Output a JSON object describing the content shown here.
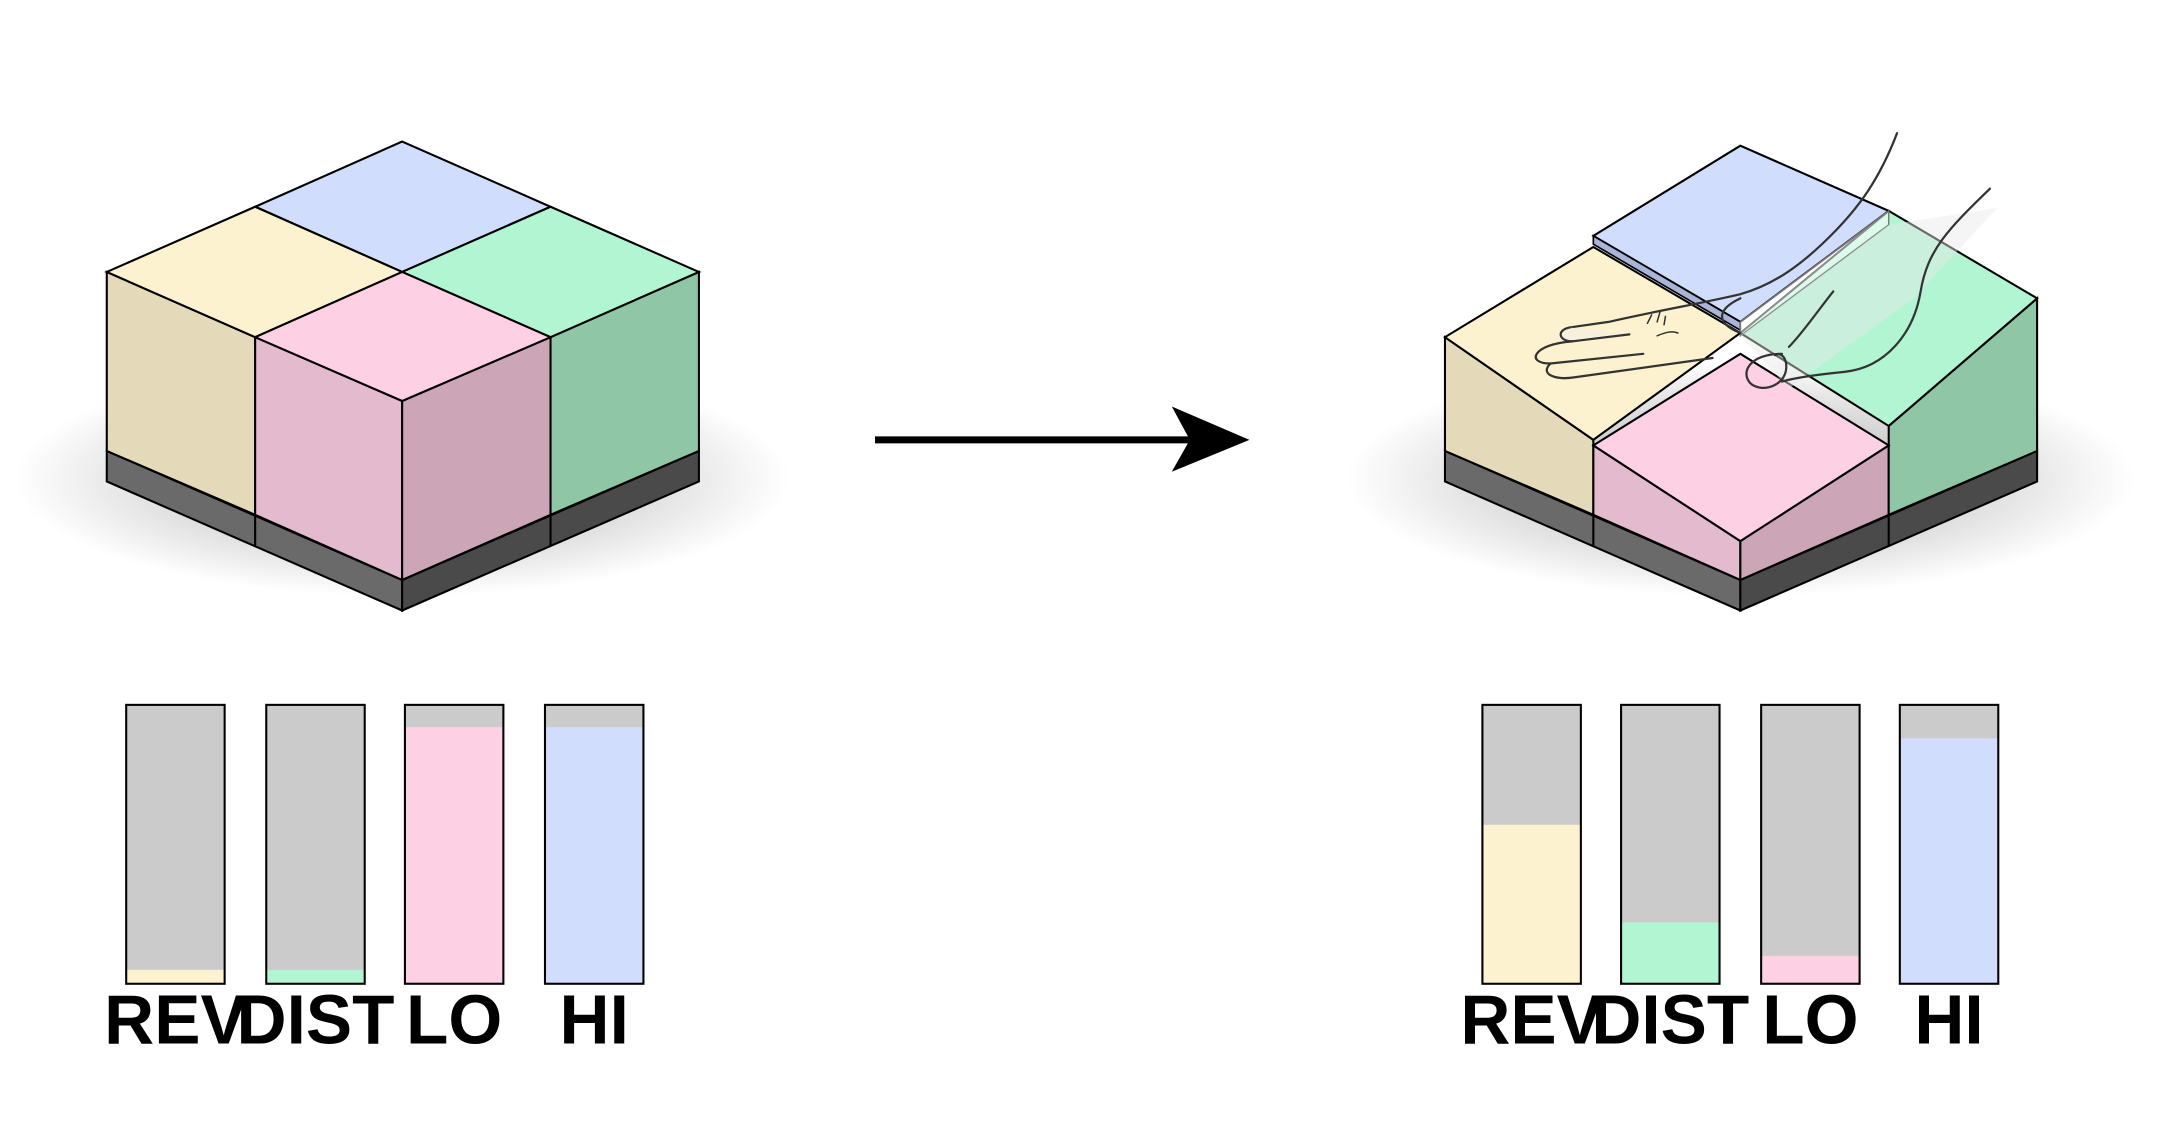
{
  "colors": {
    "rev": "#fdf2d0",
    "dist": "#b1f5d3",
    "lo": "#fdd0e3",
    "hi": "#d1ddfd",
    "empty": "#cbcbcb",
    "base_side": "#6a6a6a",
    "base_dark": "#4a4a4a",
    "arrow": "#000000"
  },
  "before": {
    "meters": [
      {
        "label": "REV",
        "level": 0.05,
        "color_key": "rev"
      },
      {
        "label": "DIST",
        "level": 0.05,
        "color_key": "dist"
      },
      {
        "label": "LO",
        "level": 0.92,
        "color_key": "lo"
      },
      {
        "label": "HI",
        "level": 0.92,
        "color_key": "hi"
      }
    ]
  },
  "after": {
    "meters": [
      {
        "label": "REV",
        "level": 0.57,
        "color_key": "rev"
      },
      {
        "label": "DIST",
        "level": 0.22,
        "color_key": "dist"
      },
      {
        "label": "LO",
        "level": 0.1,
        "color_key": "lo"
      },
      {
        "label": "HI",
        "level": 0.88,
        "color_key": "hi"
      }
    ]
  },
  "icons": [
    "flow-arrow-icon",
    "hand-pressing-icon"
  ]
}
